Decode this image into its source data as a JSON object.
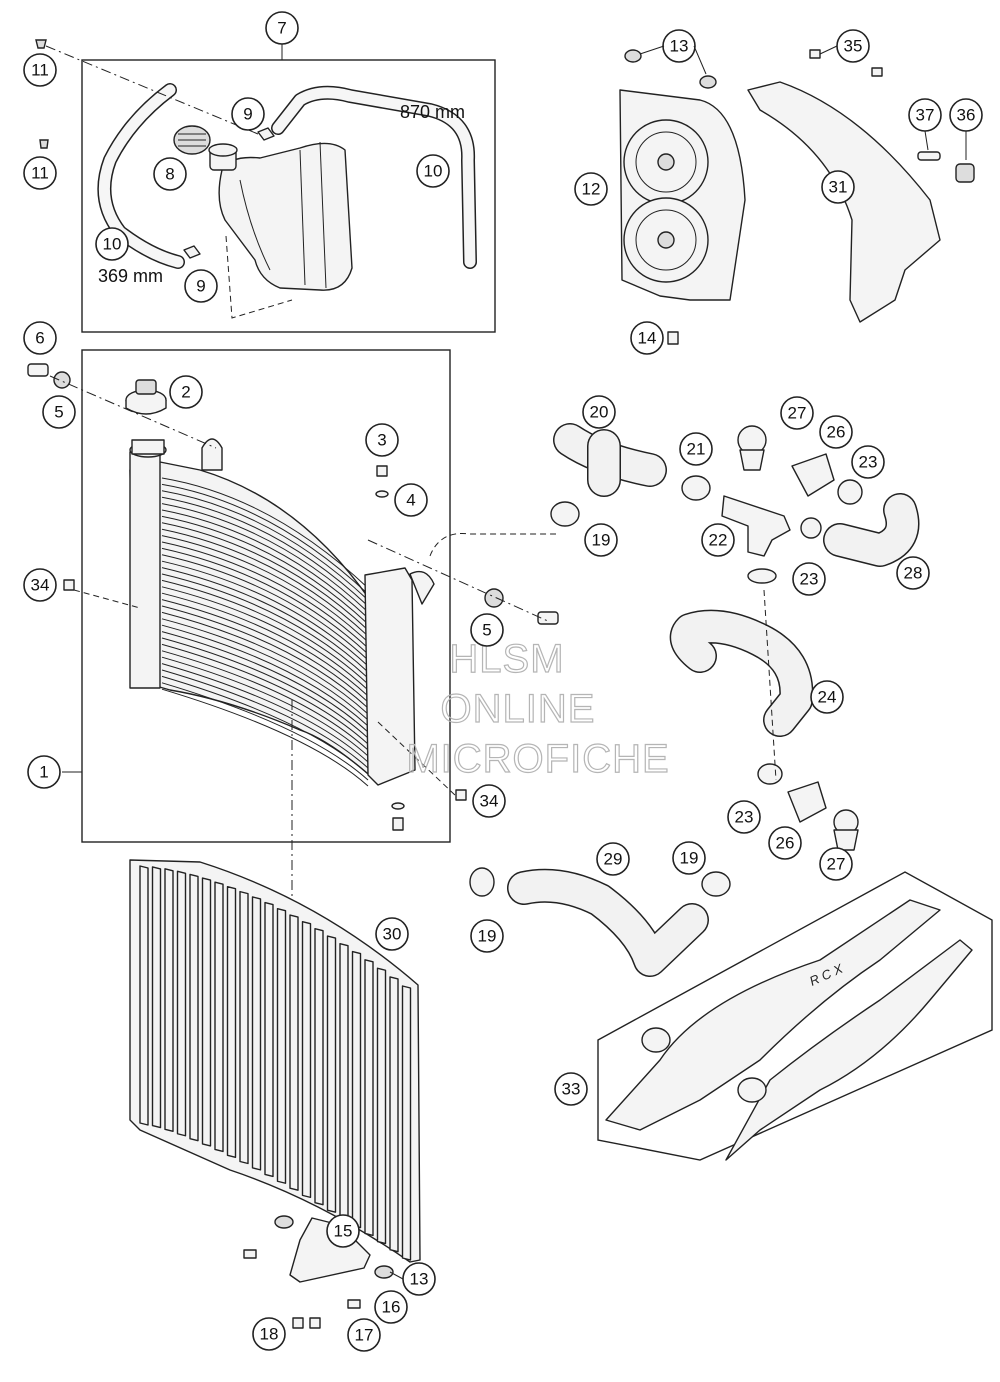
{
  "callouts": [
    {
      "label": "1"
    },
    {
      "label": "2"
    },
    {
      "label": "3"
    },
    {
      "label": "4"
    },
    {
      "label": "5"
    },
    {
      "label": "5"
    },
    {
      "label": "6"
    },
    {
      "label": "7"
    },
    {
      "label": "8"
    },
    {
      "label": "9"
    },
    {
      "label": "9"
    },
    {
      "label": "10"
    },
    {
      "label": "10"
    },
    {
      "label": "11"
    },
    {
      "label": "11"
    },
    {
      "label": "12"
    },
    {
      "label": "13"
    },
    {
      "label": "13"
    },
    {
      "label": "14"
    },
    {
      "label": "15"
    },
    {
      "label": "16"
    },
    {
      "label": "17"
    },
    {
      "label": "18"
    },
    {
      "label": "19"
    },
    {
      "label": "19"
    },
    {
      "label": "19"
    },
    {
      "label": "20"
    },
    {
      "label": "21"
    },
    {
      "label": "22"
    },
    {
      "label": "23"
    },
    {
      "label": "23"
    },
    {
      "label": "23"
    },
    {
      "label": "24"
    },
    {
      "label": "26"
    },
    {
      "label": "26"
    },
    {
      "label": "27"
    },
    {
      "label": "27"
    },
    {
      "label": "28"
    },
    {
      "label": "29"
    },
    {
      "label": "30"
    },
    {
      "label": "31"
    },
    {
      "label": "33"
    },
    {
      "label": "34"
    },
    {
      "label": "34"
    },
    {
      "label": "35"
    },
    {
      "label": "36"
    },
    {
      "label": "37"
    }
  ],
  "dimensions": {
    "hose_long": "870 mm",
    "hose_short": "369 mm"
  },
  "watermark": {
    "line1": "HLSM",
    "line2": "ONLINE",
    "line3": "MICROFICHE"
  },
  "guard_logo": "R C X",
  "colors": {
    "line": "#222222",
    "fill": "#f4f4f4",
    "watermark": "#b5b5b5"
  }
}
